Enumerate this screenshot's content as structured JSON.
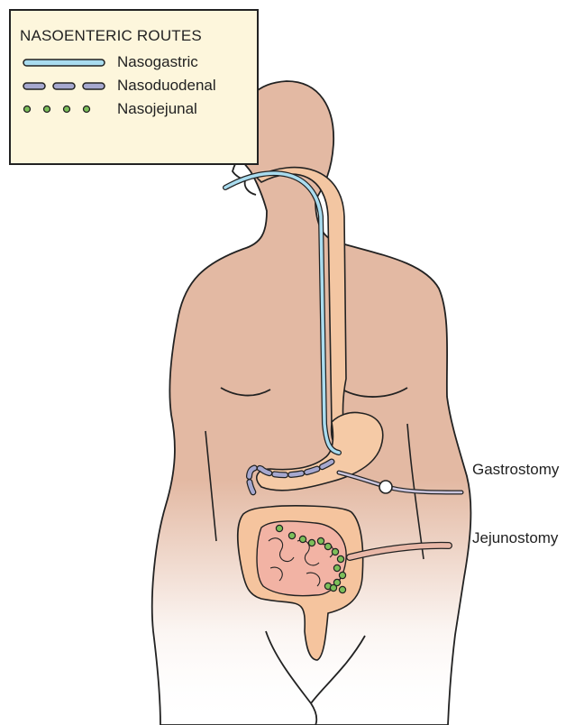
{
  "legend": {
    "title": "NASOENTERIC ROUTES",
    "items": [
      {
        "label": "Nasogastric",
        "style": "solid",
        "color": "#a9dcef"
      },
      {
        "label": "Nasoduodenal",
        "style": "dashed",
        "color": "#a6a8cf"
      },
      {
        "label": "Nasojejunal",
        "style": "dotted",
        "color": "#7cbf5a"
      }
    ]
  },
  "callouts": {
    "gastrostomy": "Gastrostomy",
    "jejunostomy": "Jejunostomy"
  },
  "colors": {
    "skin": "#e3b9a3",
    "esophagus": "#f3c6a2",
    "stomach": "#f5caa6",
    "intestine": "#f2b3a4",
    "colon": "#f5c49e",
    "tube_external": "#e9b8a8",
    "outline": "#222222"
  }
}
